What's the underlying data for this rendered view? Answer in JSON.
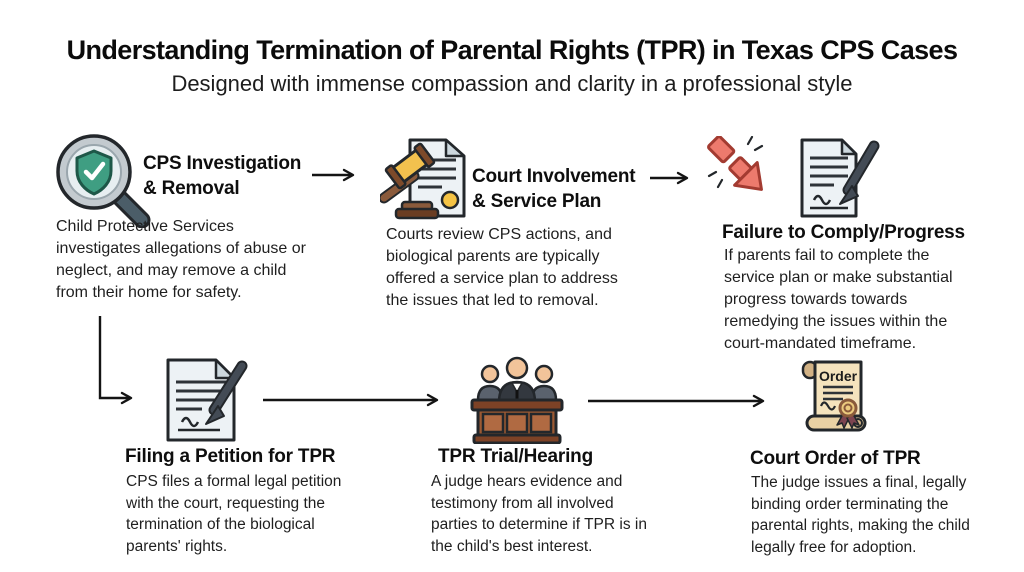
{
  "header": {
    "title": "Understanding Termination of Parental Rights (TPR) in Texas CPS Cases",
    "subtitle": "Designed with immense compassion and clarity in a professional style"
  },
  "steps": [
    {
      "icon": "magnifier-shield-check",
      "title_lines": [
        "CPS Investigation",
        "& Removal"
      ],
      "desc_lines": [
        "Child Protective Services",
        "investigates allegations of abuse or",
        "neglect, and may remove a child",
        "from their home for safety."
      ]
    },
    {
      "icon": "gavel-document",
      "title_lines": [
        "Court Involvement",
        "& Service Plan"
      ],
      "desc_lines": [
        "Courts review CPS actions, and",
        "biological parents are typically",
        "offered a service plan to address",
        "the issues that led to removal."
      ]
    },
    {
      "icon": "declining-broken-arrow-document",
      "title_lines": [
        "Failure to Comply/Progress"
      ],
      "desc_lines": [
        "If parents fail to complete the",
        "service plan or make substantial",
        "progress towards towards",
        "remedying the issues within the",
        "court-mandated timeframe."
      ]
    },
    {
      "icon": "petition-document-pen",
      "title_lines": [
        "Filing a Petition for TPR"
      ],
      "desc_lines": [
        "CPS files a formal legal petition",
        "with the court, requesting the",
        "termination of the biological",
        "parents' rights."
      ]
    },
    {
      "icon": "courtroom-bench-judges",
      "title_lines": [
        "TPR Trial/Hearing"
      ],
      "desc_lines": [
        "A judge hears evidence and",
        "testimony from all involved",
        "parties to determine if TPR is in",
        "the child's best interest."
      ]
    },
    {
      "icon": "order-scroll-seal",
      "title_lines": [
        "Court Order of TPR"
      ],
      "desc_lines": [
        "The judge issues a final, legally",
        "binding order terminating the",
        "parental rights, making the child",
        "legally free for adoption."
      ]
    }
  ],
  "scroll_label": "Order",
  "flow_connections": [
    "step1-to-step2",
    "step2-to-step3",
    "row-wrap-to-step4",
    "step4-to-step5",
    "step5-to-step6"
  ],
  "colors": {
    "background": "#ffffff",
    "text": "#1f1f1f",
    "arrow": "#141414",
    "shield_green": "#3f9e82",
    "alert_red": "#ed7a6d",
    "gavel_gold": "#f2c14e",
    "wood_brown": "#9c5a33",
    "seal_yellow": "#f6c445",
    "parchment": "#f5e3bd",
    "ribbon_maroon": "#7d4450"
  }
}
